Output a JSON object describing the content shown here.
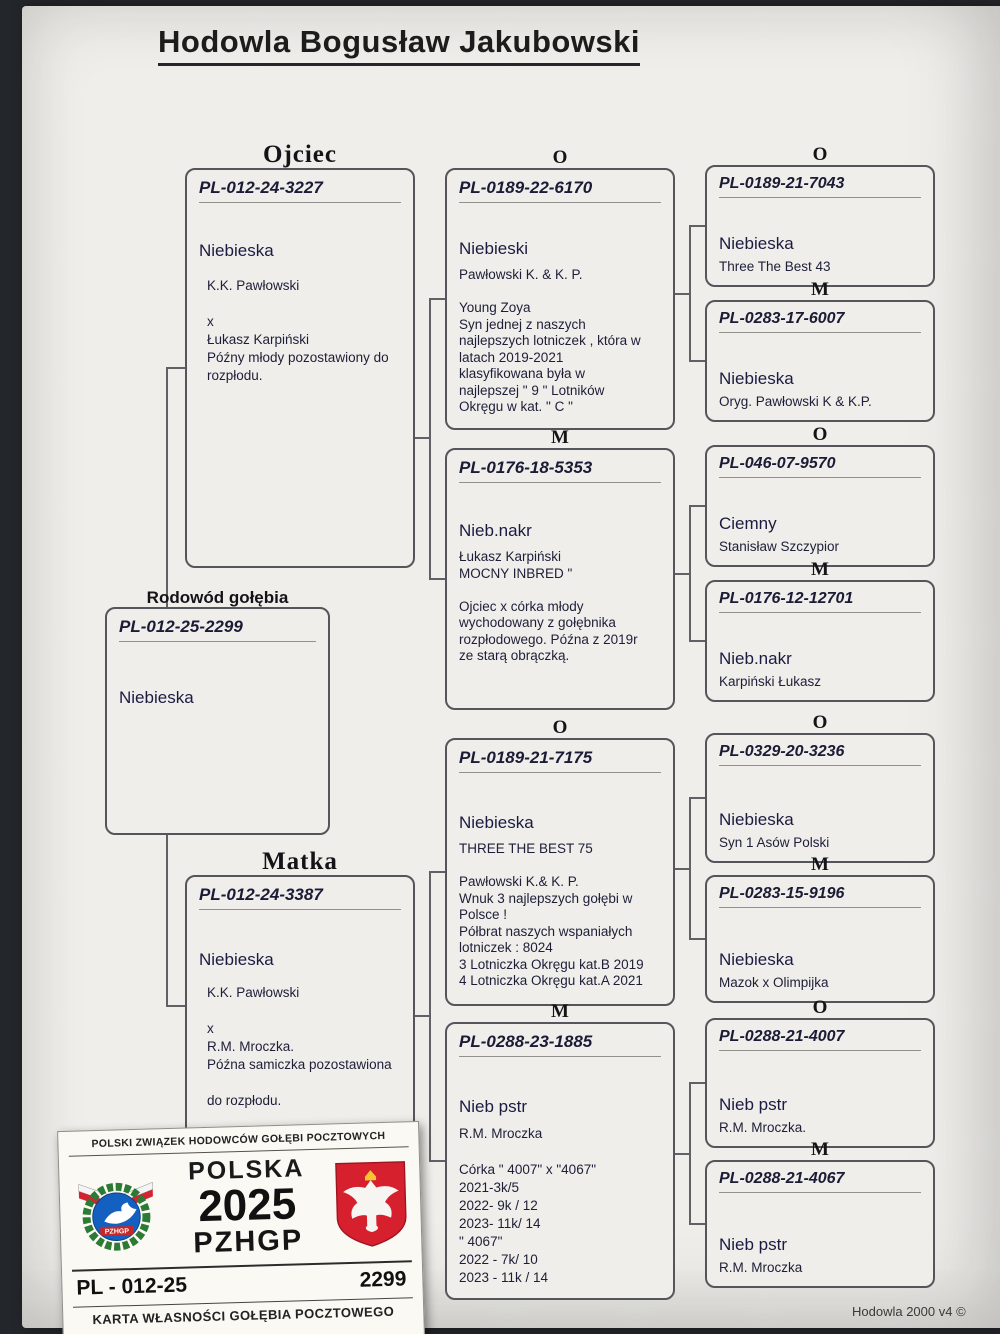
{
  "page": {
    "title": "Hodowla Bogusław Jakubowski",
    "footer": "Hodowla 2000 v4 ©",
    "paper_color": "#efeeea",
    "line_color": "#46484d"
  },
  "root": {
    "label": "Rodowód gołębia",
    "ring": "PL-012-25-2299",
    "color": "Niebieska"
  },
  "father": {
    "label": "Ojciec",
    "ring": "PL-012-24-3227",
    "color": "Niebieska",
    "body": "K.K. Pawłowski\n\nx\nŁukasz Karpiński\nPóźny młody pozostawiony do\nrozpłodu."
  },
  "mother": {
    "label": "Matka",
    "ring": "PL-012-24-3387",
    "color": "Niebieska",
    "body": "K.K. Pawłowski\n\nx\nR.M. Mroczka.\nPóźna samiczka pozostawiona\n\ndo rozpłodu."
  },
  "gen2": [
    {
      "sex": "O",
      "ring": "PL-0189-22-6170",
      "color": "Niebieski",
      "body": "Pawłowski K. & K. P.\n\nYoung Zoya\nSyn jednej z naszych\nnajlepszych lotniczek , która w\nlatach 2019-2021\nklasyfikowana była w\nnajlepszej \" 9 \" Lotników\nOkręgu w kat. \" C \""
    },
    {
      "sex": "M",
      "ring": "PL-0176-18-5353",
      "color": "Nieb.nakr",
      "body": "Łukasz Karpiński\nMOCNY  INBRED \"\n\nOjciec x córka młody\nwychodowany z gołębnika\nrozpłodowego. Późna z 2019r\nze starą obrączką."
    },
    {
      "sex": "O",
      "ring": "PL-0189-21-7175",
      "color": "Niebieska",
      "body": "THREE  THE  BEST  75\n\nPawłowski K.& K. P.\nWnuk  3  najlepszych gołębi w\nPolsce !\nPółbrat naszych wspaniałych\nlotniczek : 8024\n3 Lotniczka Okręgu kat.B 2019\n4 Lotniczka Okręgu kat.A 2021"
    },
    {
      "sex": "M",
      "ring": "PL-0288-23-1885",
      "color": "Nieb pstr",
      "body": "R.M. Mroczka\n\nCórka \" 4007\" x \"4067\"\n2021-3k/5\n2022- 9k / 12\n2023- 11k/ 14\n\" 4067\"\n2022 - 7k/ 10\n2023 - 11k / 14"
    }
  ],
  "gen3": [
    {
      "sex": "O",
      "ring": "PL-0189-21-7043",
      "color": "Niebieska",
      "owner": "Three The Best 43"
    },
    {
      "sex": "M",
      "ring": "PL-0283-17-6007",
      "color": "Niebieska",
      "owner": "Oryg. Pawłowski K & K.P."
    },
    {
      "sex": "O",
      "ring": "PL-046-07-9570",
      "color": "Ciemny",
      "owner": "Stanisław Szczypior"
    },
    {
      "sex": "M",
      "ring": "PL-0176-12-12701",
      "color": "Nieb.nakr",
      "owner": "Karpiński Łukasz"
    },
    {
      "sex": "O",
      "ring": "PL-0329-20-3236",
      "color": "Niebieska",
      "owner": "Syn  1  Asów  Polski"
    },
    {
      "sex": "M",
      "ring": "PL-0283-15-9196",
      "color": "Niebieska",
      "owner": "Mazok x  Olimpijka"
    },
    {
      "sex": "O",
      "ring": "PL-0288-21-4007",
      "color": "Nieb pstr",
      "owner": "R.M. Mroczka."
    },
    {
      "sex": "M",
      "ring": "PL-0288-21-4067",
      "color": "Nieb pstr",
      "owner": "R.M. Mroczka"
    }
  ],
  "card": {
    "header": "POLSKI ZWIĄZEK HODOWCÓW GOŁĘBI POCZTOWYCH",
    "country": "POLSKA",
    "year": "2025",
    "org": "PZHGP",
    "logo_text": "PZHGP",
    "ring_series": "PL - 012-25",
    "ring_number": "2299",
    "caption": "KARTA  WŁASNOŚCI GOŁĘBIA POCZTOWEGO"
  }
}
